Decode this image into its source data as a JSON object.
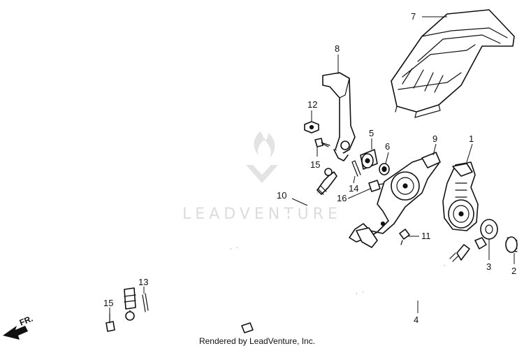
{
  "watermark": {
    "brand": "LEADVENTURE"
  },
  "credit": "Rendered by LeadVenture, Inc.",
  "front_marker": "FR.",
  "callouts": {
    "n1": "1",
    "n2": "2",
    "n3": "3",
    "n4": "4",
    "n5": "5",
    "n6": "6",
    "n7": "7",
    "n8": "8",
    "n9": "9",
    "n10": "10",
    "n11": "11",
    "n12": "12",
    "n13": "13",
    "n14": "14",
    "n15a": "15",
    "n15b": "15",
    "n16": "16"
  }
}
